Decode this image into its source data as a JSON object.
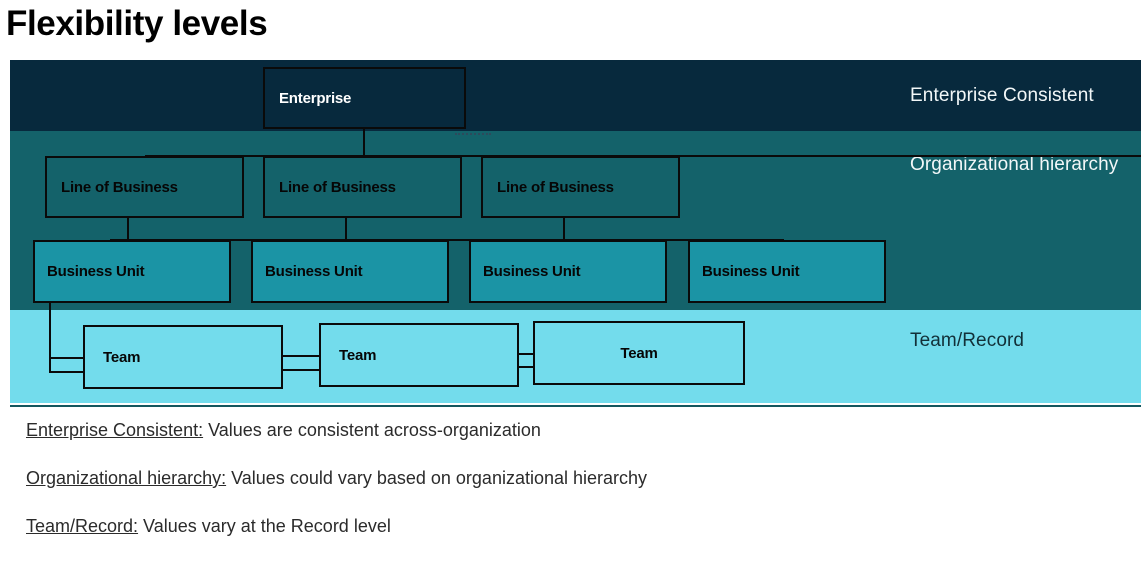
{
  "page": {
    "title": "Flexibility levels"
  },
  "diagram": {
    "bands": [
      {
        "key": "enterprise",
        "label": "Enterprise Consistent",
        "color": "#07293d"
      },
      {
        "key": "org",
        "label": "Organizational hierarchy",
        "color": "#14626a"
      },
      {
        "key": "team",
        "label": "Team/Record",
        "color": "#73dcec"
      }
    ],
    "nodes": {
      "enterprise": {
        "label": "Enterprise"
      },
      "lines_of_business": [
        {
          "label": "Line of Business"
        },
        {
          "label": "Line of Business"
        },
        {
          "label": "Line of Business"
        }
      ],
      "business_units": [
        {
          "label": "Business Unit"
        },
        {
          "label": "Business Unit"
        },
        {
          "label": "Business Unit"
        },
        {
          "label": "Business Unit"
        }
      ],
      "teams": [
        {
          "label": "Team"
        },
        {
          "label": "Team"
        },
        {
          "label": "Team"
        }
      ]
    }
  },
  "legend": [
    {
      "term": "Enterprise Consistent:",
      "desc": " Values are consistent across-organization"
    },
    {
      "term": "Organizational hierarchy:",
      "desc": " Values could vary based on organizational hierarchy"
    },
    {
      "term": "Team/Record:",
      "desc": " Values vary at the Record level"
    }
  ]
}
